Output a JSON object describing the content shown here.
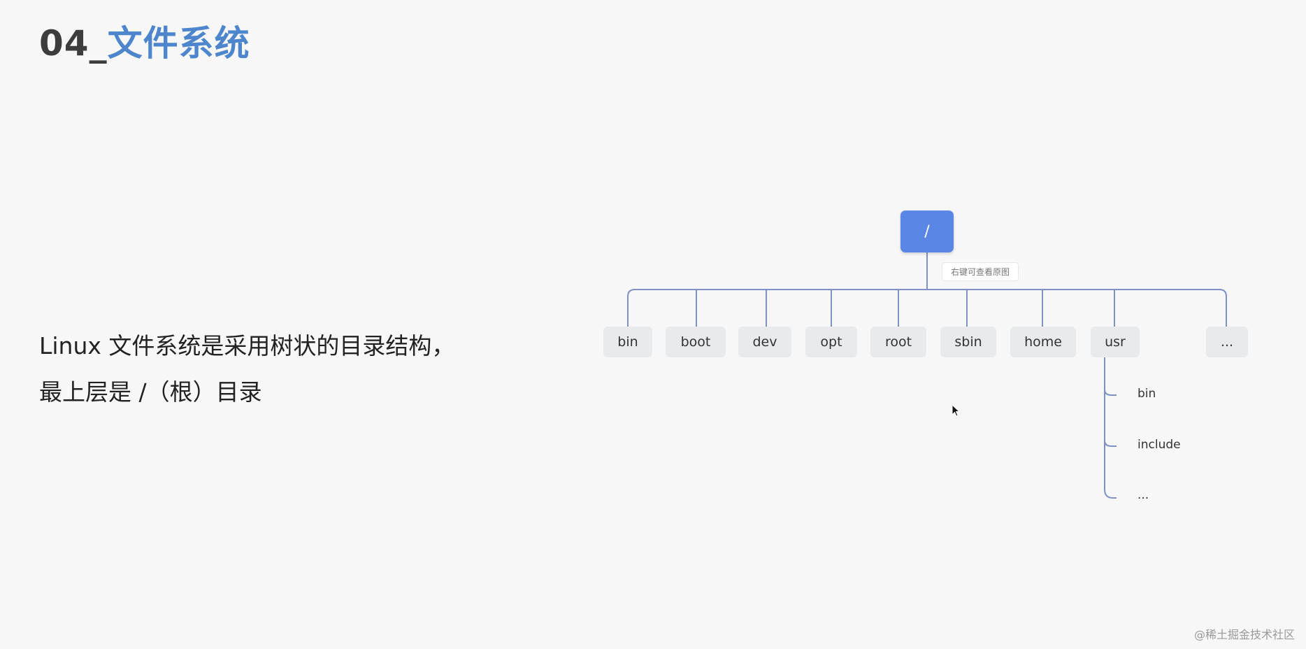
{
  "title": {
    "number": "04_",
    "name": "文件系统"
  },
  "description": {
    "line1": "Linux 文件系统是采用树状的目录结构，",
    "line2": "最上层是 /（根）目录"
  },
  "tree": {
    "root": "/",
    "tooltip": "右键可查看原图",
    "children": [
      "bin",
      "boot",
      "dev",
      "opt",
      "root",
      "sbin",
      "home",
      "usr",
      "..."
    ],
    "usr_children": [
      "bin",
      "include",
      "..."
    ]
  },
  "colors": {
    "accent": "#4d86cc",
    "root_node": "#5a86e6",
    "connector": "#7e90c6"
  },
  "icons": {
    "cursor": "mouse-pointer-icon"
  },
  "footer": "@稀土掘金技术社区"
}
